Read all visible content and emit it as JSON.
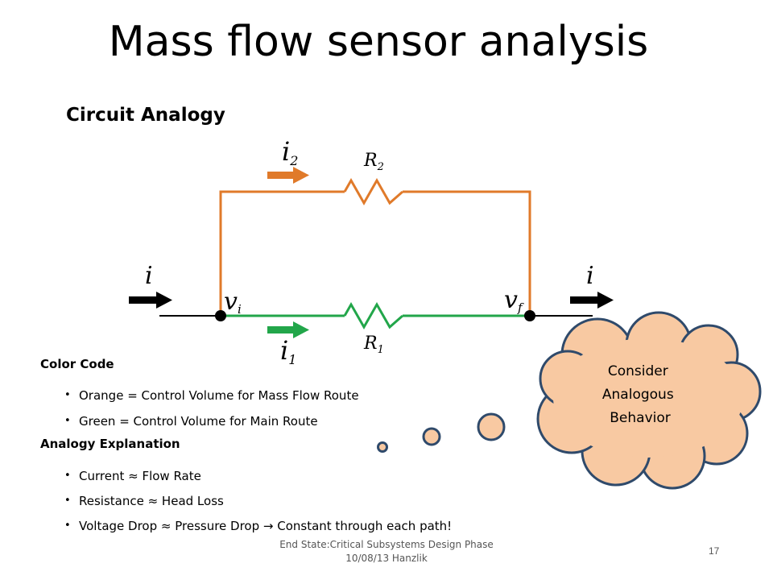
{
  "slide": {
    "title": "Mass flow sensor analysis",
    "subtitle": "Circuit Analogy",
    "page_number": "17",
    "footer": [
      "End State:Critical Subsystems Design Phase",
      "10/08/13 Hanzlik"
    ]
  },
  "circuit": {
    "labels": {
      "i2_base": "i",
      "i2_sub": "2",
      "R2_base": "R",
      "R2_sub": "2",
      "i_left": "i",
      "i_right": "i",
      "vi_base": "v",
      "vi_sub": "i",
      "vf_base": "v",
      "vf_sub": "f",
      "i1_base": "i",
      "i1_sub": "1",
      "R1_base": "R",
      "R1_sub": "1"
    },
    "colors": {
      "orange": "#E07A2A",
      "green": "#22A64A",
      "black": "#000000"
    }
  },
  "thought_bubble": {
    "lines": [
      "Consider",
      "Analogous",
      "Behavior"
    ],
    "fill": "#F8C9A2",
    "stroke": "#2F4A6B"
  },
  "color_code": {
    "heading": "Color Code",
    "items": [
      "Orange = Control Volume for Mass Flow Route",
      "Green = Control Volume for Main Route"
    ]
  },
  "analogy": {
    "heading": "Analogy Explanation",
    "items": [
      "Current ≈ Flow Rate",
      "Resistance ≈ Head Loss",
      "Voltage Drop ≈ Pressure Drop → Constant through each path!"
    ]
  }
}
